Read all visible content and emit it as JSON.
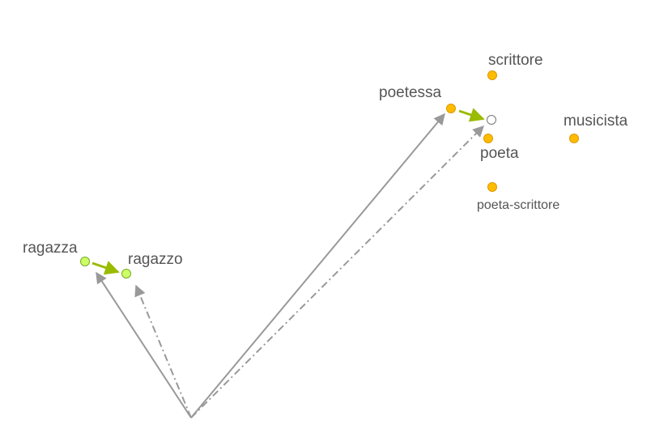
{
  "colors": {
    "vector": "#999999",
    "offset": "#99bb00",
    "feminine_point_fill": "#ccff66",
    "feminine_point_stroke": "#77aa22",
    "word_point_fill": "#ffbb00",
    "word_point_stroke": "#dd9900",
    "predicted_point_fill": "#ffffff",
    "predicted_point_stroke": "#777777",
    "text": "#555555"
  },
  "labels": {
    "ragazza": "ragazza",
    "ragazzo": "ragazzo",
    "poetessa": "poetessa",
    "scrittore": "scrittore",
    "poeta": "poeta",
    "musicista": "musicista",
    "poeta_scrittore": "poeta-scrittore"
  }
}
